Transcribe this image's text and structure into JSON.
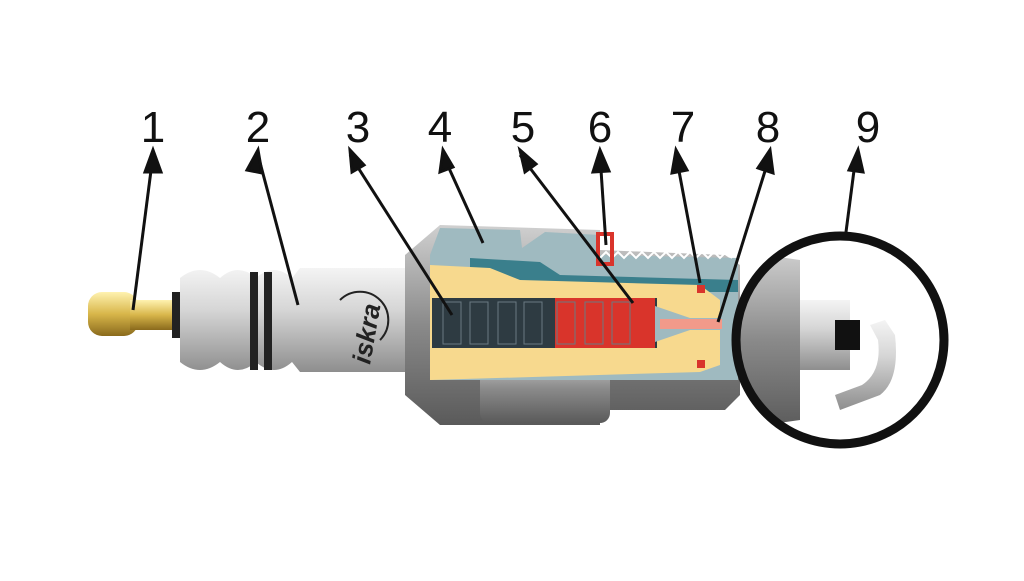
{
  "logo_text": "iskra",
  "labels": [
    "1",
    "2",
    "3",
    "4",
    "5",
    "6",
    "7",
    "8",
    "9"
  ],
  "colors": {
    "insulator": "#f7d98e",
    "metal_shell": "#9fbac0",
    "core": "#2e3b42",
    "red_seal": "#d9342b",
    "contact": "#f29a8a",
    "brass": "#d8b64a"
  }
}
